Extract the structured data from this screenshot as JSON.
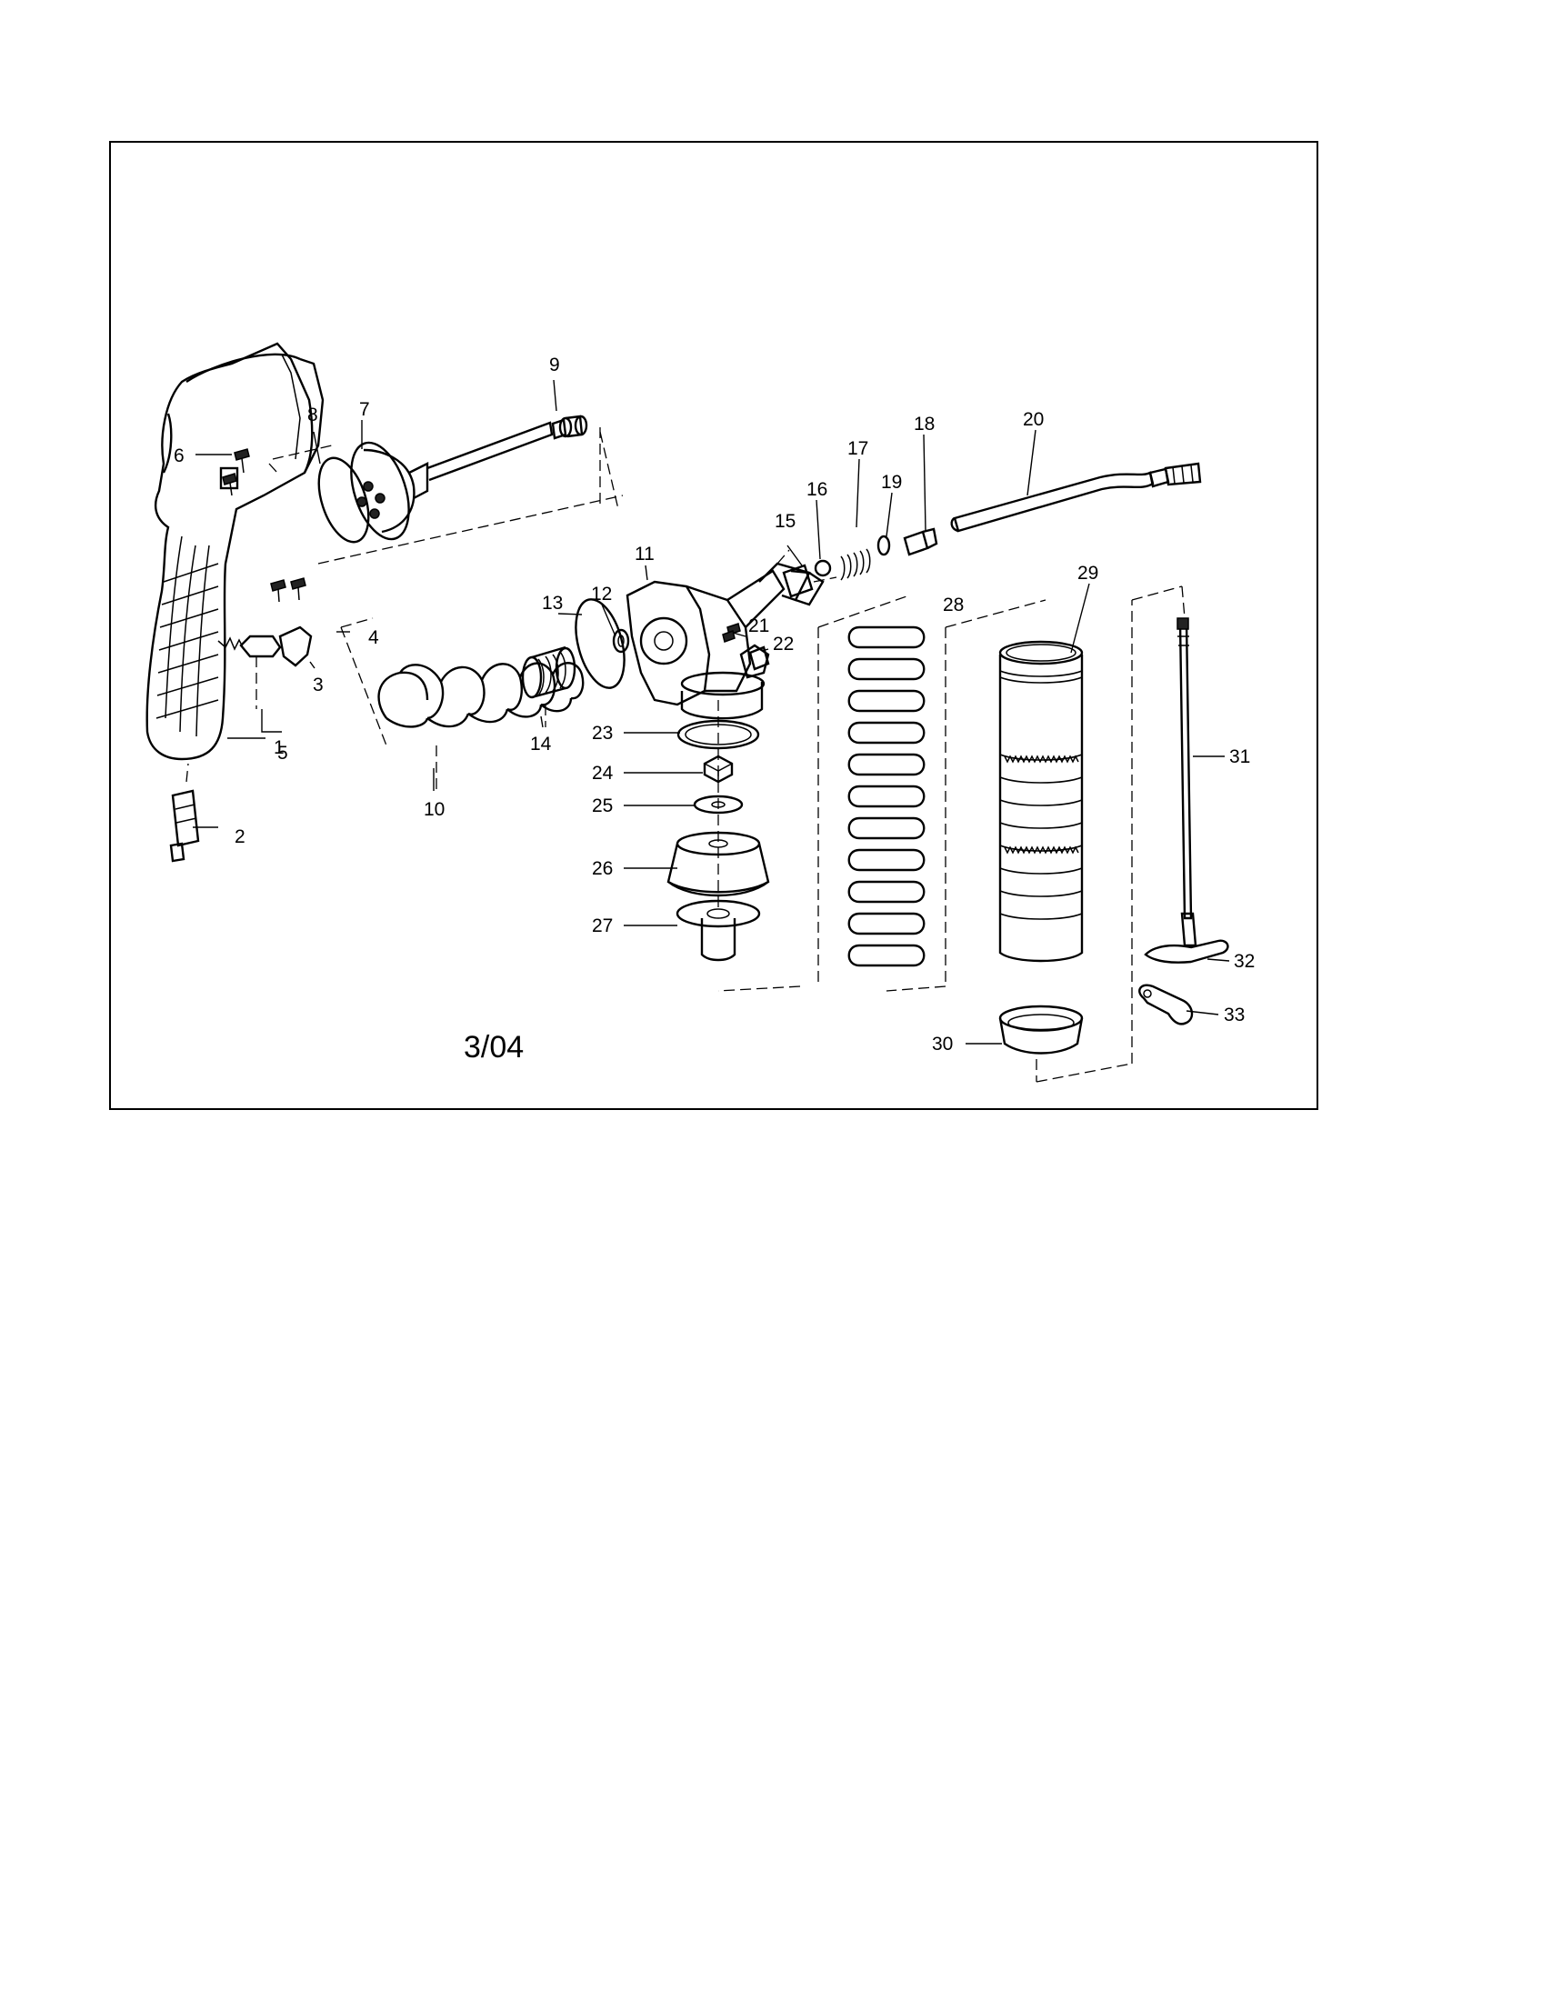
{
  "revision": "3/04",
  "callouts": [
    {
      "id": "1",
      "text": "1"
    },
    {
      "id": "2",
      "text": "2"
    },
    {
      "id": "3",
      "text": "3"
    },
    {
      "id": "4",
      "text": "4"
    },
    {
      "id": "5",
      "text": "5"
    },
    {
      "id": "6",
      "text": "6"
    },
    {
      "id": "7",
      "text": "7"
    },
    {
      "id": "8",
      "text": "8"
    },
    {
      "id": "9",
      "text": "9"
    },
    {
      "id": "10",
      "text": "10"
    },
    {
      "id": "11",
      "text": "11"
    },
    {
      "id": "12",
      "text": "12"
    },
    {
      "id": "13",
      "text": "13"
    },
    {
      "id": "14",
      "text": "14"
    },
    {
      "id": "15",
      "text": "15"
    },
    {
      "id": "16",
      "text": "16"
    },
    {
      "id": "17",
      "text": "17"
    },
    {
      "id": "18",
      "text": "18"
    },
    {
      "id": "19",
      "text": "19"
    },
    {
      "id": "20",
      "text": "20"
    },
    {
      "id": "21",
      "text": "21"
    },
    {
      "id": "22",
      "text": "22"
    },
    {
      "id": "23",
      "text": "23"
    },
    {
      "id": "24",
      "text": "24"
    },
    {
      "id": "25",
      "text": "25"
    },
    {
      "id": "26",
      "text": "26"
    },
    {
      "id": "27",
      "text": "27"
    },
    {
      "id": "28",
      "text": "28"
    },
    {
      "id": "29",
      "text": "29"
    },
    {
      "id": "30",
      "text": "30"
    },
    {
      "id": "31",
      "text": "31"
    },
    {
      "id": "32",
      "text": "32"
    },
    {
      "id": "33",
      "text": "33"
    }
  ]
}
